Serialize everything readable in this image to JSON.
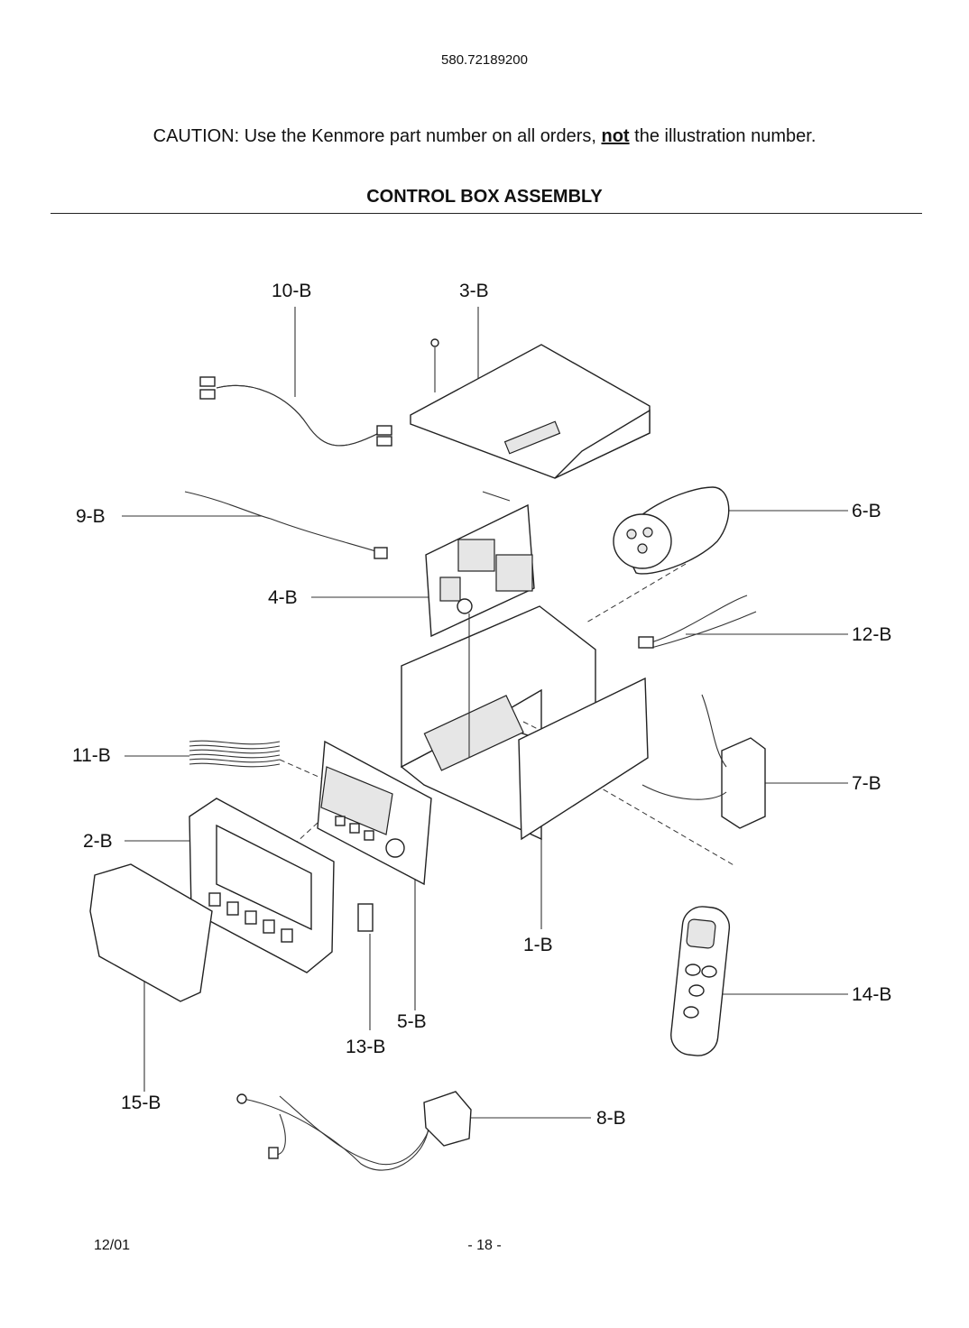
{
  "header": {
    "model_number": "580.72189200",
    "caution_prefix": "CAUTION: Use the Kenmore part number on all orders, ",
    "caution_emphasis": "not",
    "caution_suffix": " the illustration number.",
    "section_title": "CONTROL BOX ASSEMBLY"
  },
  "callouts": {
    "c10": "10-B",
    "c3": "3-B",
    "c9": "9-B",
    "c6": "6-B",
    "c4": "4-B",
    "c12": "12-B",
    "c11": "11-B",
    "c7": "7-B",
    "c2": "2-B",
    "c1": "1-B",
    "c14": "14-B",
    "c5": "5-B",
    "c13": "13-B",
    "c15": "15-B",
    "c8": "8-B"
  },
  "footer": {
    "date": "12/01",
    "page": "- 18 -"
  }
}
